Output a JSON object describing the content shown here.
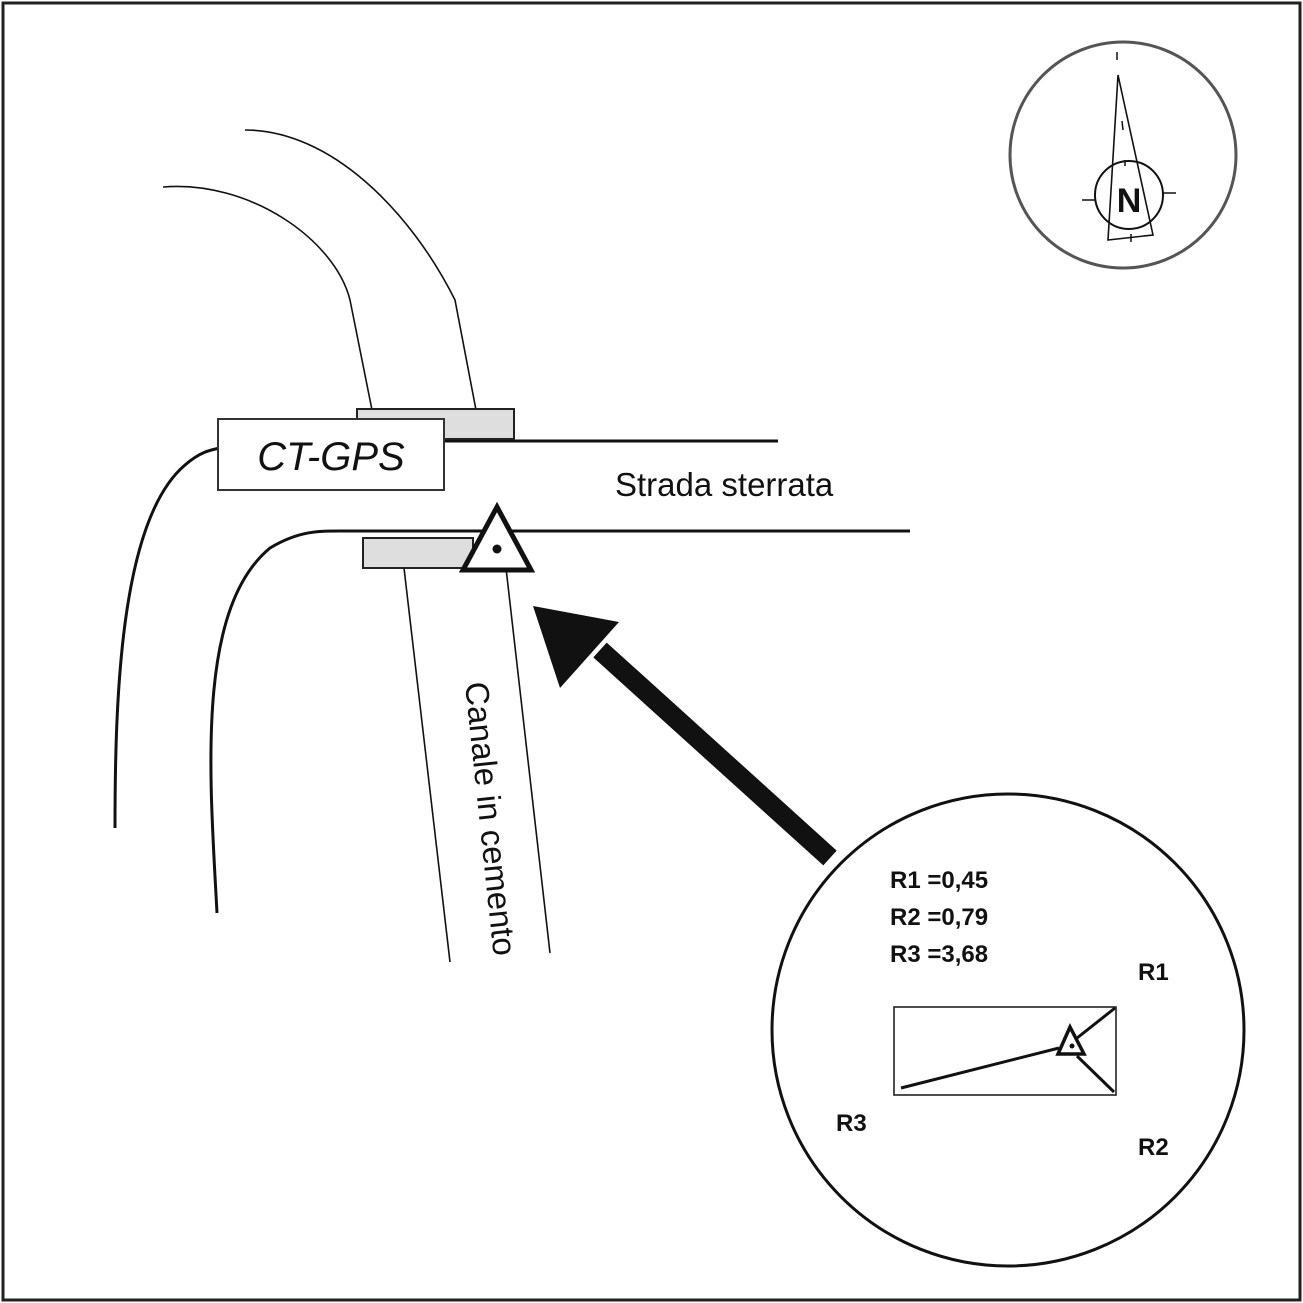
{
  "diagram": {
    "title_label": "CT-GPS",
    "road_label": "Strada sterrata",
    "canal_label": "Canale in cemento",
    "compass": {
      "label": "N",
      "frame_color": "#555555"
    },
    "inset": {
      "readings": [
        {
          "name": "R1",
          "value": "0,45",
          "text": "R1 =0,45"
        },
        {
          "name": "R2",
          "value": "0,79",
          "text": "R2 =0,79"
        },
        {
          "name": "R3",
          "value": "3,68",
          "text": "R3 =3,68"
        }
      ],
      "ray_labels": {
        "r1": "R1",
        "r2": "R2",
        "r3": "R3"
      }
    },
    "colors": {
      "ink": "#111111",
      "pad_fill": "#dedede",
      "background": "#ffffff"
    }
  }
}
